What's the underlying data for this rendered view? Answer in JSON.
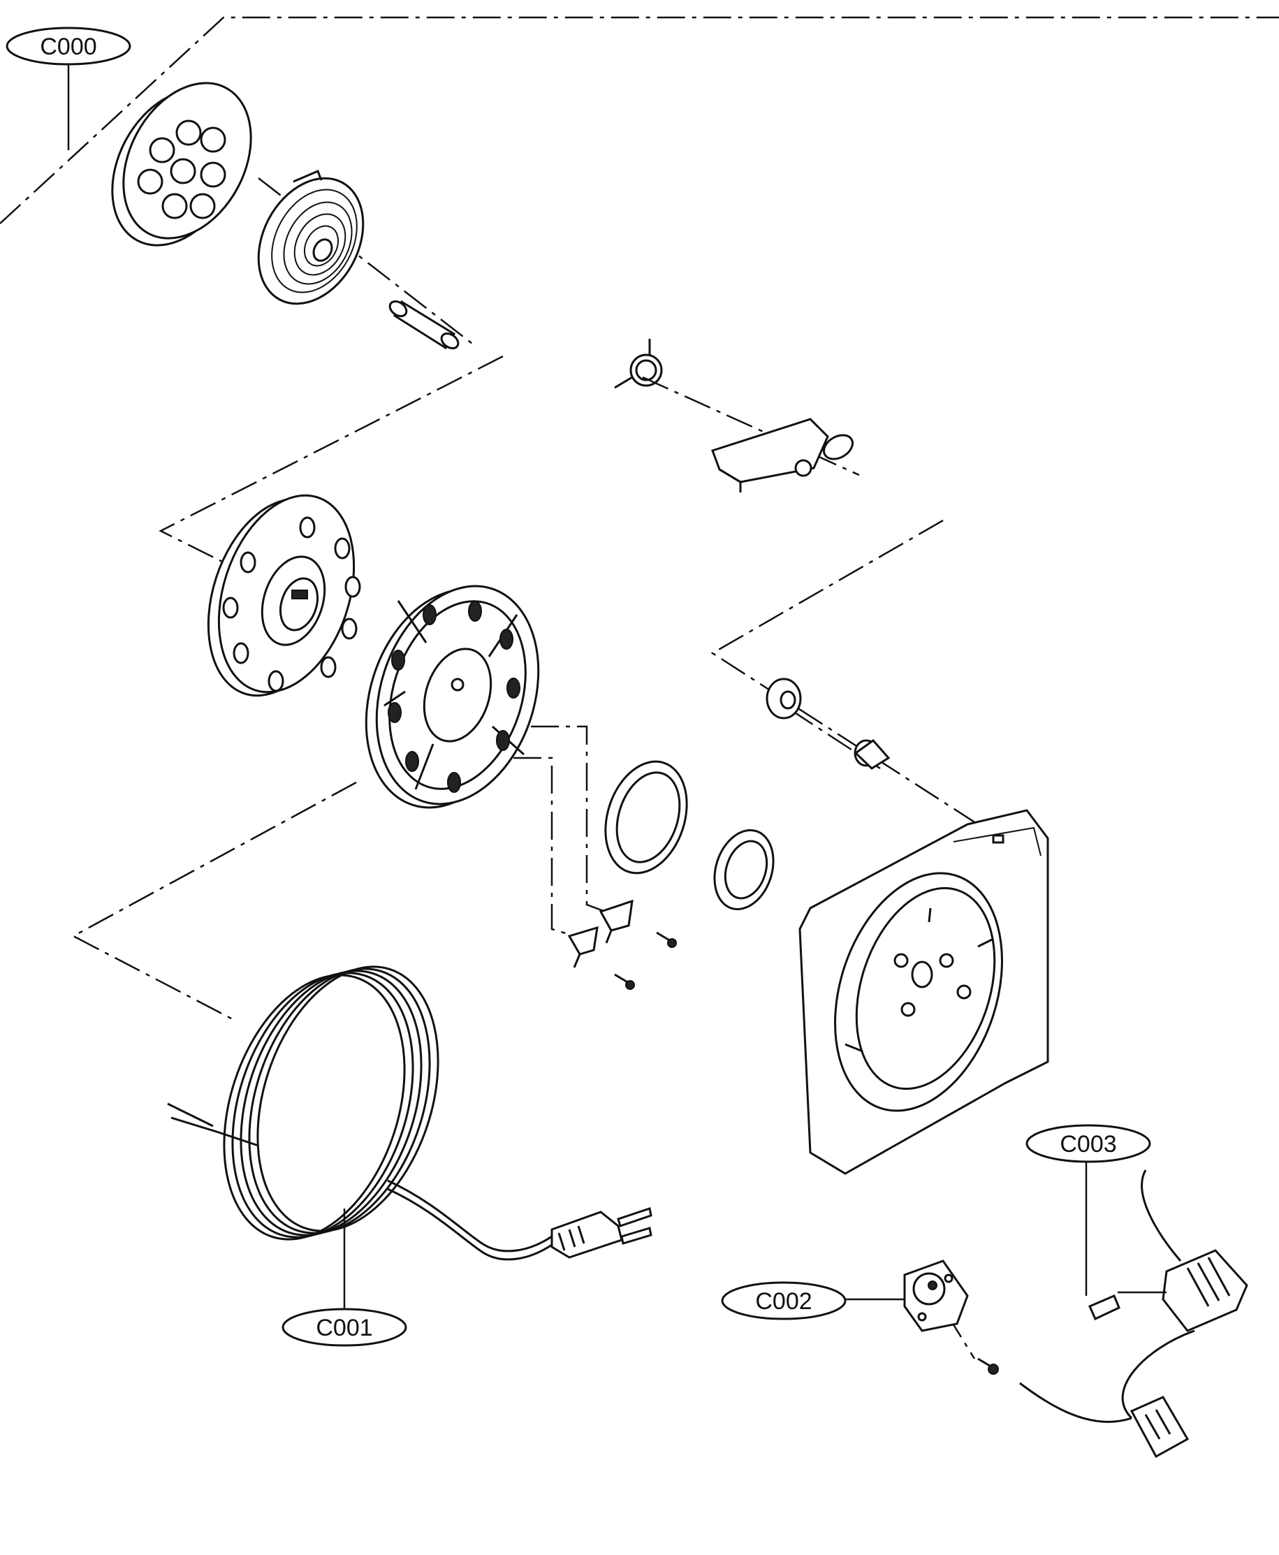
{
  "callouts": {
    "c000": "C000",
    "c001": "C001",
    "c002": "C002",
    "c003": "C003"
  }
}
